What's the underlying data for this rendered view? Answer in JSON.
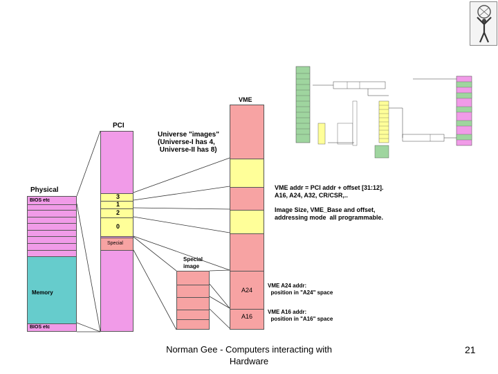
{
  "labels": {
    "physical": "Physical",
    "pci": "PCI",
    "vme": "VME",
    "bios_top": "BIOS etc",
    "bios_bottom": "BIOS etc",
    "memory": "Memory",
    "special": "Special",
    "special_image": "Special\nimage",
    "a24": "A24",
    "a16": "A16",
    "img3": "3",
    "img1": "1",
    "img2": "2",
    "img0": "0"
  },
  "notes": {
    "universe": "Universe \"images\"\n(Universe-I has 4,\n Universe-II has 8)",
    "vme_addr": "VME addr = PCI addr + offset [31:12].\nA16, A24, A32, CR/CSR,..",
    "image_size": "Image Size, VME_Base and offset,\naddressing mode  all programmable.",
    "a24_note": "VME A24 addr:\n  position in \"A24\" space",
    "a16_note": "VME A16 addr:\n  position in \"A16\" space"
  },
  "footer": {
    "text": "Norman Gee - Computers interacting with Hardware",
    "slide_number": "21"
  },
  "colors": {
    "pink": "#f19be8",
    "salmon": "#f7a3a3",
    "yellow": "#ffff99",
    "cyan": "#66cccc",
    "green": "#9fd59f"
  }
}
